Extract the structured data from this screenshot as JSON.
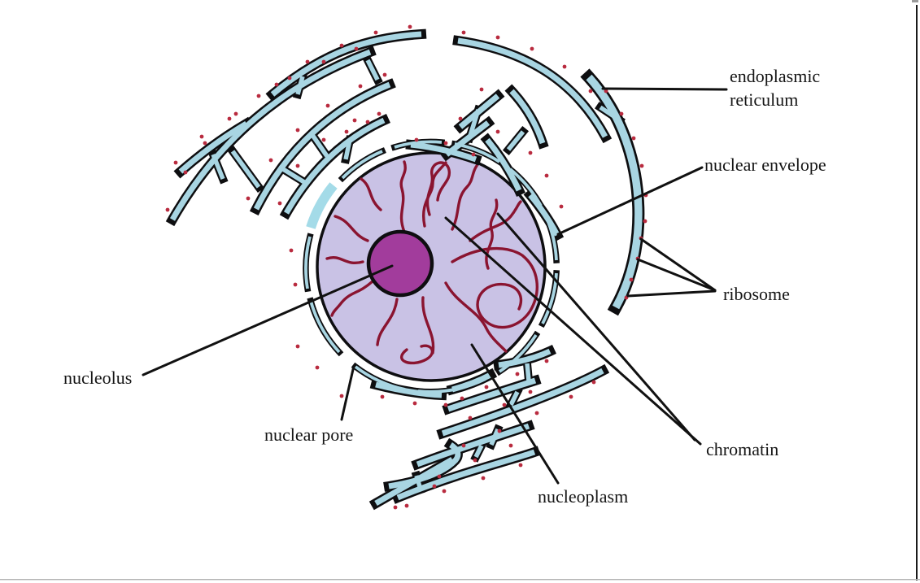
{
  "figure": {
    "alt": "hand-drawn diagram of a cell nucleus surrounded by rough endoplasmic reticulum"
  },
  "labels": {
    "endoplasmic_reticulum_line1": "endoplasmic",
    "endoplasmic_reticulum_line2": "reticulum",
    "nuclear_envelope": "nuclear envelope",
    "ribosome": "ribosome",
    "nucleolus": "nucleolus",
    "nuclear_pore": "nuclear pore",
    "chromatin": "chromatin",
    "nucleoplasm": "nucleoplasm"
  },
  "colors": {
    "background": "#ffffff",
    "membrane_fill": "#a8d5e2",
    "outline": "#0e0e10",
    "nucleoplasm_fill": "#c9c2e5",
    "nucleolus_fill": "#a23c9c",
    "chromatin": "#8a1430",
    "ribosome_dot": "#b92b3f"
  }
}
